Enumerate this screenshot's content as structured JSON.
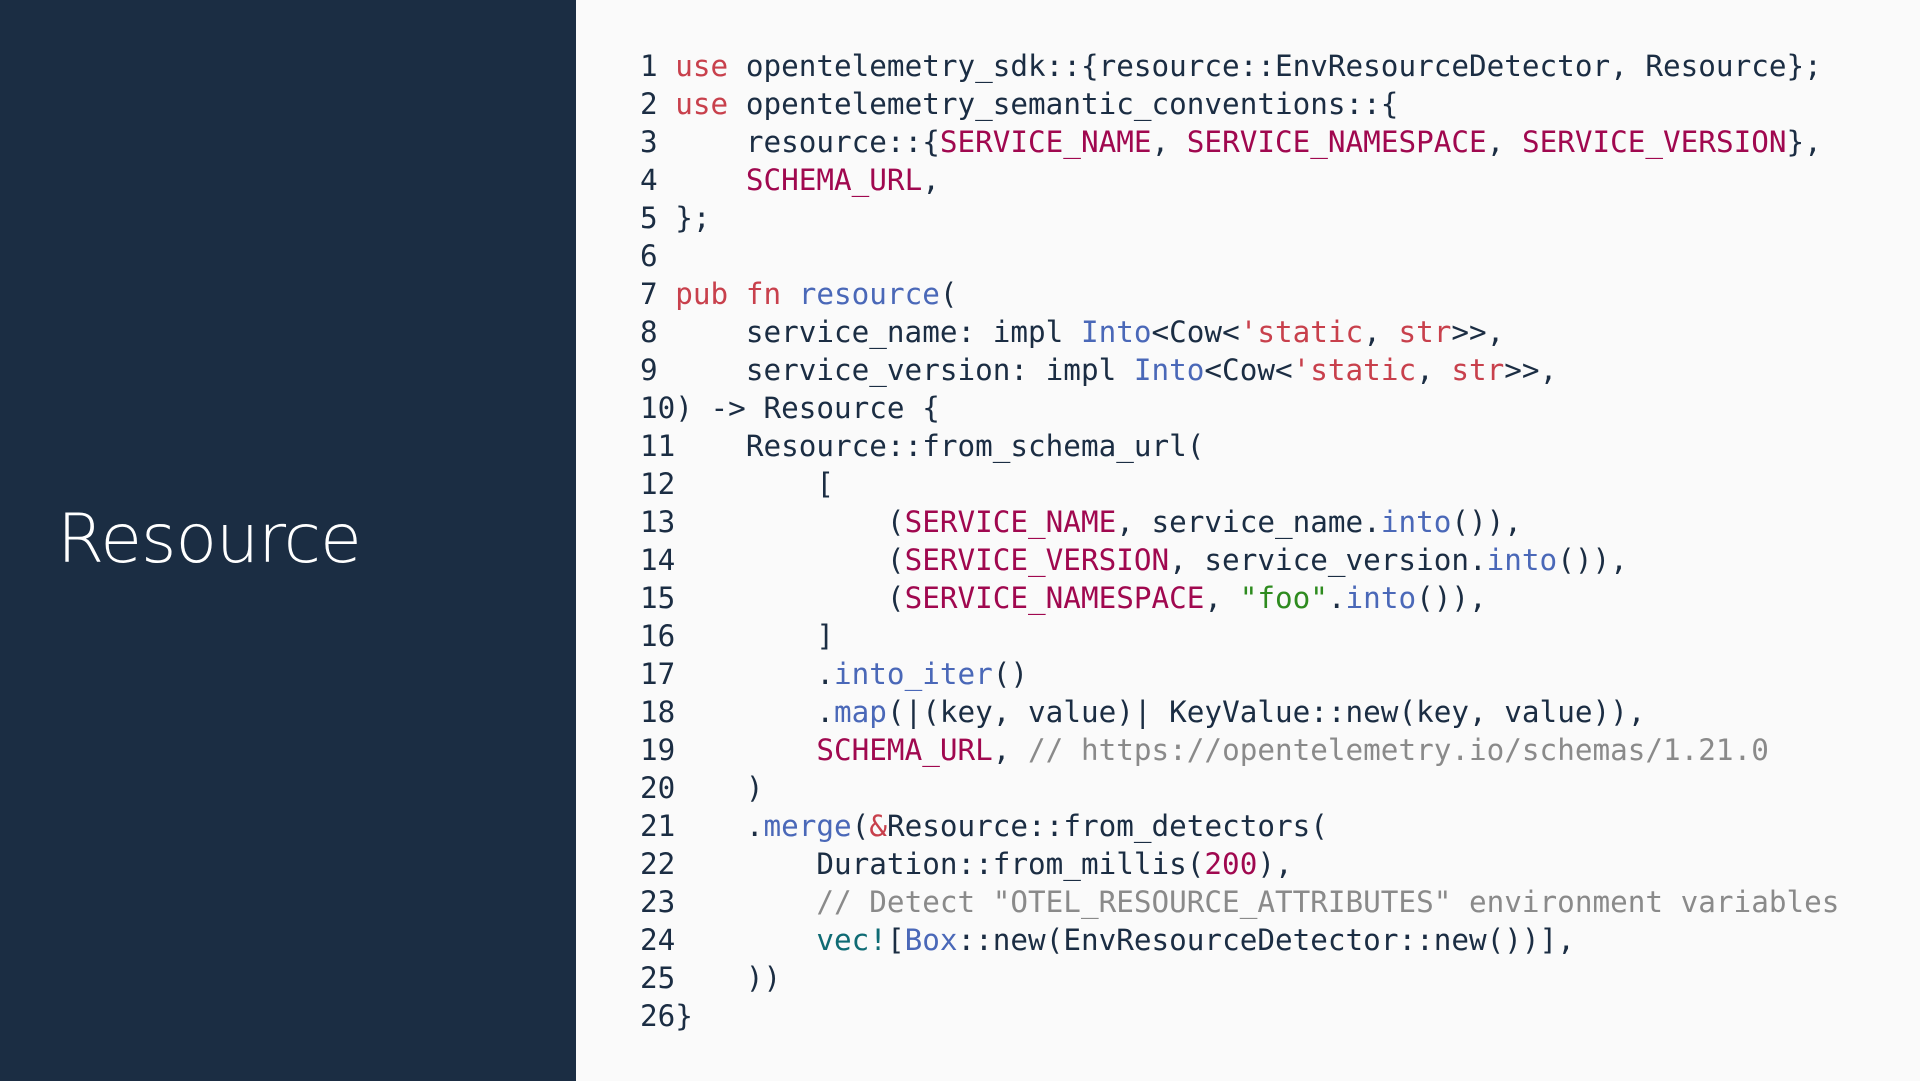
{
  "slide": {
    "title": "Resource"
  },
  "colors": {
    "sidebar_bg": "#1b2d43",
    "code_bg": "#fafafa",
    "keyword": "#c8404c",
    "constant": "#a0084f",
    "function": "#4a68b8",
    "string": "#2e8b1f",
    "comment": "#8a8a8a",
    "macro": "#0f6b74"
  },
  "code": {
    "language": "rust",
    "lines": [
      {
        "n": "1",
        "tokens": [
          [
            "kw",
            "use"
          ],
          [
            "plain",
            " opentelemetry_sdk::{resource::EnvResourceDetector, Resource};"
          ]
        ]
      },
      {
        "n": "2",
        "tokens": [
          [
            "kw",
            "use"
          ],
          [
            "plain",
            " opentelemetry_semantic_conventions::{"
          ]
        ]
      },
      {
        "n": "3",
        "tokens": [
          [
            "plain",
            "    resource::{"
          ],
          [
            "const",
            "SERVICE_NAME"
          ],
          [
            "plain",
            ", "
          ],
          [
            "const",
            "SERVICE_NAMESPACE"
          ],
          [
            "plain",
            ", "
          ],
          [
            "const",
            "SERVICE_VERSION"
          ],
          [
            "plain",
            "},"
          ]
        ]
      },
      {
        "n": "4",
        "tokens": [
          [
            "plain",
            "    "
          ],
          [
            "const",
            "SCHEMA_URL"
          ],
          [
            "plain",
            ","
          ]
        ]
      },
      {
        "n": "5",
        "tokens": [
          [
            "plain",
            "};"
          ]
        ]
      },
      {
        "n": "6",
        "tokens": []
      },
      {
        "n": "7",
        "tokens": [
          [
            "kw",
            "pub fn"
          ],
          [
            "plain",
            " "
          ],
          [
            "fn",
            "resource"
          ],
          [
            "plain",
            "("
          ]
        ]
      },
      {
        "n": "8",
        "tokens": [
          [
            "plain",
            "    service_name: impl "
          ],
          [
            "fn",
            "Into"
          ],
          [
            "plain",
            "<Cow<"
          ],
          [
            "kw",
            "'static"
          ],
          [
            "plain",
            ", "
          ],
          [
            "kw",
            "str"
          ],
          [
            "plain",
            ">>,"
          ]
        ]
      },
      {
        "n": "9",
        "tokens": [
          [
            "plain",
            "    service_version: impl "
          ],
          [
            "fn",
            "Into"
          ],
          [
            "plain",
            "<Cow<"
          ],
          [
            "kw",
            "'static"
          ],
          [
            "plain",
            ", "
          ],
          [
            "kw",
            "str"
          ],
          [
            "plain",
            ">>,"
          ]
        ]
      },
      {
        "n": "10",
        "tokens": [
          [
            "plain",
            ") -> Resource {"
          ]
        ]
      },
      {
        "n": "11",
        "tokens": [
          [
            "plain",
            "    Resource::from_schema_url("
          ]
        ]
      },
      {
        "n": "12",
        "tokens": [
          [
            "plain",
            "        ["
          ]
        ]
      },
      {
        "n": "13",
        "tokens": [
          [
            "plain",
            "            ("
          ],
          [
            "const",
            "SERVICE_NAME"
          ],
          [
            "plain",
            ", service_name."
          ],
          [
            "fn",
            "into"
          ],
          [
            "plain",
            "()),"
          ]
        ]
      },
      {
        "n": "14",
        "tokens": [
          [
            "plain",
            "            ("
          ],
          [
            "const",
            "SERVICE_VERSION"
          ],
          [
            "plain",
            ", service_version."
          ],
          [
            "fn",
            "into"
          ],
          [
            "plain",
            "()),"
          ]
        ]
      },
      {
        "n": "15",
        "tokens": [
          [
            "plain",
            "            ("
          ],
          [
            "const",
            "SERVICE_NAMESPACE"
          ],
          [
            "plain",
            ", "
          ],
          [
            "str",
            "\"foo\""
          ],
          [
            "plain",
            "."
          ],
          [
            "fn",
            "into"
          ],
          [
            "plain",
            "()),"
          ]
        ]
      },
      {
        "n": "16",
        "tokens": [
          [
            "plain",
            "        ]"
          ]
        ]
      },
      {
        "n": "17",
        "tokens": [
          [
            "plain",
            "        ."
          ],
          [
            "fn",
            "into_iter"
          ],
          [
            "plain",
            "()"
          ]
        ]
      },
      {
        "n": "18",
        "tokens": [
          [
            "plain",
            "        ."
          ],
          [
            "fn",
            "map"
          ],
          [
            "plain",
            "(|(key, value)| KeyValue::new(key, value)),"
          ]
        ]
      },
      {
        "n": "19",
        "tokens": [
          [
            "plain",
            "        "
          ],
          [
            "const",
            "SCHEMA_URL"
          ],
          [
            "plain",
            ", "
          ],
          [
            "com",
            "// https://opentelemetry.io/schemas/1.21.0"
          ]
        ]
      },
      {
        "n": "20",
        "tokens": [
          [
            "plain",
            "    )"
          ]
        ]
      },
      {
        "n": "21",
        "tokens": [
          [
            "plain",
            "    ."
          ],
          [
            "fn",
            "merge"
          ],
          [
            "plain",
            "("
          ],
          [
            "kw",
            "&"
          ],
          [
            "plain",
            "Resource::from_detectors("
          ]
        ]
      },
      {
        "n": "22",
        "tokens": [
          [
            "plain",
            "        Duration::from_millis("
          ],
          [
            "num",
            "200"
          ],
          [
            "plain",
            "),"
          ]
        ]
      },
      {
        "n": "23",
        "tokens": [
          [
            "plain",
            "        "
          ],
          [
            "com",
            "// Detect \"OTEL_RESOURCE_ATTRIBUTES\" environment variables"
          ]
        ]
      },
      {
        "n": "24",
        "tokens": [
          [
            "plain",
            "        "
          ],
          [
            "mac",
            "vec!"
          ],
          [
            "plain",
            "["
          ],
          [
            "fn",
            "Box"
          ],
          [
            "plain",
            "::new(EnvResourceDetector::new())],"
          ]
        ]
      },
      {
        "n": "25",
        "tokens": [
          [
            "plain",
            "    ))"
          ]
        ]
      },
      {
        "n": "26",
        "tokens": [
          [
            "plain",
            "}"
          ]
        ]
      }
    ]
  }
}
